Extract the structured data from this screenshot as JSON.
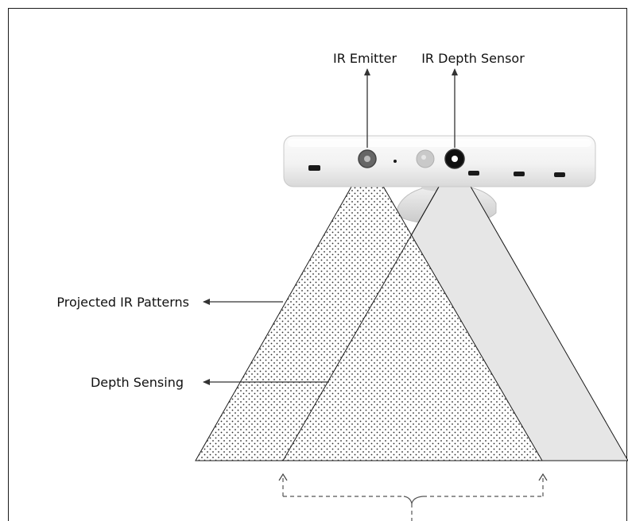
{
  "labels": {
    "ir_emitter": "IR Emitter",
    "ir_depth_sensor": "IR Depth Sensor",
    "projected_ir_patterns": "Projected IR Patterns",
    "depth_sensing": "Depth Sensing"
  },
  "colors": {
    "outline": "#1a1a1a",
    "sensor_cone_fill": "#e6e6e6",
    "emitter_cone_fill": "#ffffff",
    "dots": "#2a2a2a",
    "device_body": "#f4f4f4",
    "arrow": "#333333"
  }
}
